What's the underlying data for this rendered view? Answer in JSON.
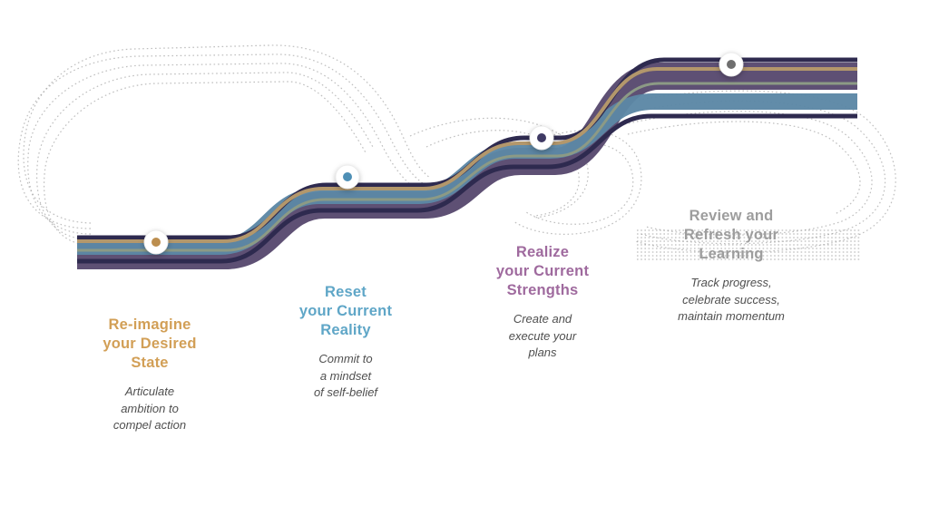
{
  "diagram": {
    "name": "four-stage-flow-diagram",
    "stages": [
      {
        "heading": "Re-imagine\nyour Desired\nState",
        "description": "Articulate\nambition to\ncompel action",
        "color": "#D29F56",
        "marker_color": "#BC8E4F"
      },
      {
        "heading": "Reset\nyour Current\nReality",
        "description": "Commit to\na mindset\nof self-belief",
        "color": "#5FA6C7",
        "marker_color": "#4E8FB5"
      },
      {
        "heading": "Realize\nyour Current\nStrengths",
        "description": "Create and\nexecute your\nplans",
        "color": "#9F6A9E",
        "marker_color": "#3F3A64"
      },
      {
        "heading": "Review and\nRefresh your\nLearning",
        "description": "Track progress,\ncelebrate success,\nmaintain momentum",
        "color": "#9D9D9D",
        "marker_color": "#6F6F6F"
      }
    ]
  },
  "palette": {
    "navy": "#2E2A4F",
    "tan": "#B3976B",
    "blue": "#5C87A5",
    "purple": "#57496E",
    "sage": "#8C9A85",
    "dotted": "#A8A8A8",
    "marker_ring": "#FFFFFF"
  }
}
